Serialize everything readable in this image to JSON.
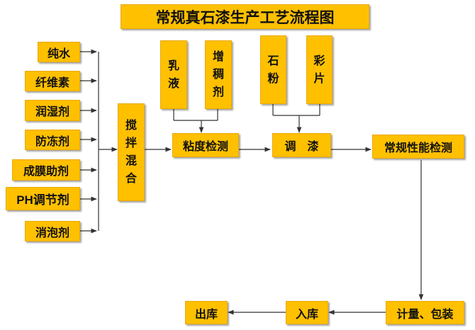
{
  "title": "常规真石漆生产工艺流程图",
  "ingredients": [
    "纯水",
    "纤维素",
    "润湿剂",
    "防冻剂",
    "成膜助剂",
    "PH调节剂",
    "消泡剂"
  ],
  "mix": "搅拌混合",
  "emulsion": "乳液",
  "thickener": "增稠剂",
  "stone_powder": "石粉",
  "color_flakes": "彩片",
  "viscosity_test": "粘度检测",
  "tinting": "调　漆",
  "performance_test": "常规性能检测",
  "metering_packing": "计量、包装",
  "warehousing": "入库",
  "shipping": "出库",
  "colors": {
    "box": "#FFC000",
    "line": "#333333"
  }
}
